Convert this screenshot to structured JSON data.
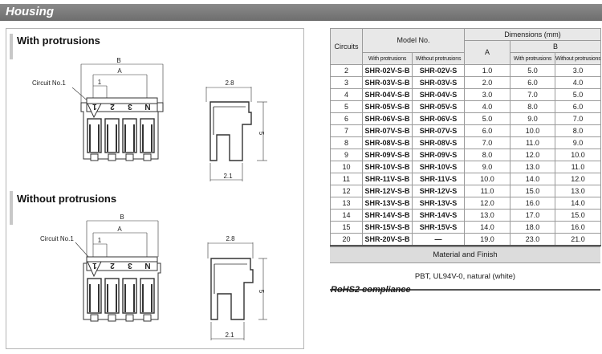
{
  "header": {
    "title": "Housing"
  },
  "sections": {
    "with": "With protrusions",
    "without": "Without protrusions"
  },
  "drawing_labels": {
    "circuit": "Circuit No.1",
    "b": "B",
    "a": "A",
    "one": "1",
    "pin1": "1",
    "pin2": "2",
    "pin3": "3",
    "pinN": "N",
    "w_top": "2.8",
    "h_side": "5",
    "w_bottom": "2.1"
  },
  "table": {
    "headers": {
      "circuits": "Circuits",
      "model_no": "Model No.",
      "dimensions": "Dimensions (mm)",
      "a": "A",
      "b": "B",
      "with": "With protrusions",
      "without": "Without protrusions"
    },
    "rows": [
      {
        "circuits": "2",
        "with": "SHR-02V-S-B",
        "without": "SHR-02V-S",
        "a": "1.0",
        "b_with": "5.0",
        "b_without": "3.0"
      },
      {
        "circuits": "3",
        "with": "SHR-03V-S-B",
        "without": "SHR-03V-S",
        "a": "2.0",
        "b_with": "6.0",
        "b_without": "4.0"
      },
      {
        "circuits": "4",
        "with": "SHR-04V-S-B",
        "without": "SHR-04V-S",
        "a": "3.0",
        "b_with": "7.0",
        "b_without": "5.0"
      },
      {
        "circuits": "5",
        "with": "SHR-05V-S-B",
        "without": "SHR-05V-S",
        "a": "4.0",
        "b_with": "8.0",
        "b_without": "6.0"
      },
      {
        "circuits": "6",
        "with": "SHR-06V-S-B",
        "without": "SHR-06V-S",
        "a": "5.0",
        "b_with": "9.0",
        "b_without": "7.0"
      },
      {
        "circuits": "7",
        "with": "SHR-07V-S-B",
        "without": "SHR-07V-S",
        "a": "6.0",
        "b_with": "10.0",
        "b_without": "8.0"
      },
      {
        "circuits": "8",
        "with": "SHR-08V-S-B",
        "without": "SHR-08V-S",
        "a": "7.0",
        "b_with": "11.0",
        "b_without": "9.0"
      },
      {
        "circuits": "9",
        "with": "SHR-09V-S-B",
        "without": "SHR-09V-S",
        "a": "8.0",
        "b_with": "12.0",
        "b_without": "10.0"
      },
      {
        "circuits": "10",
        "with": "SHR-10V-S-B",
        "without": "SHR-10V-S",
        "a": "9.0",
        "b_with": "13.0",
        "b_without": "11.0"
      },
      {
        "circuits": "11",
        "with": "SHR-11V-S-B",
        "without": "SHR-11V-S",
        "a": "10.0",
        "b_with": "14.0",
        "b_without": "12.0"
      },
      {
        "circuits": "12",
        "with": "SHR-12V-S-B",
        "without": "SHR-12V-S",
        "a": "11.0",
        "b_with": "15.0",
        "b_without": "13.0"
      },
      {
        "circuits": "13",
        "with": "SHR-13V-S-B",
        "without": "SHR-13V-S",
        "a": "12.0",
        "b_with": "16.0",
        "b_without": "14.0"
      },
      {
        "circuits": "14",
        "with": "SHR-14V-S-B",
        "without": "SHR-14V-S",
        "a": "13.0",
        "b_with": "17.0",
        "b_without": "15.0"
      },
      {
        "circuits": "15",
        "with": "SHR-15V-S-B",
        "without": "SHR-15V-S",
        "a": "14.0",
        "b_with": "18.0",
        "b_without": "16.0"
      },
      {
        "circuits": "20",
        "with": "SHR-20V-S-B",
        "without": "—",
        "a": "19.0",
        "b_with": "23.0",
        "b_without": "21.0"
      }
    ]
  },
  "material": {
    "header": "Material and Finish",
    "value": "PBT, UL94V-0, natural (white)"
  },
  "compliance": "RoHS2 compliance"
}
